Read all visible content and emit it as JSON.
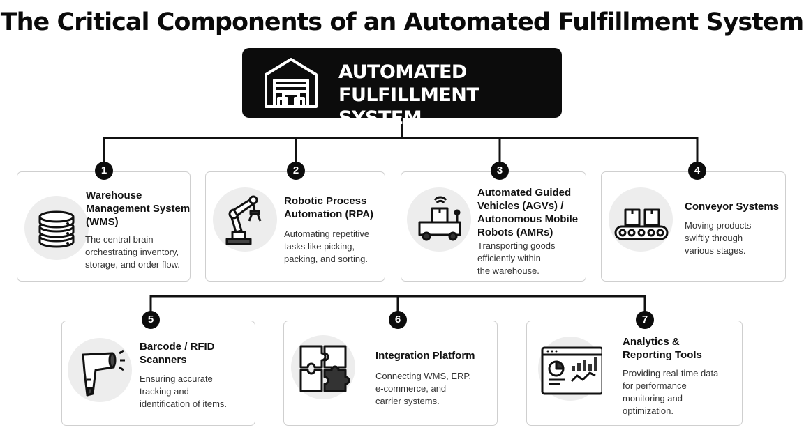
{
  "title": "The Critical Components of an Automated Fulfillment System",
  "hub": {
    "icon": "warehouse-icon",
    "label_lines": [
      "AUTOMATED",
      "FULFILLMENT SYSTEM"
    ]
  },
  "components": [
    {
      "number": "1",
      "icon": "database-icon",
      "title_lines": [
        "Warehouse",
        "Management System",
        "(WMS)"
      ],
      "desc_lines": [
        "The central brain",
        "orchestrating inventory,",
        "storage, and order flow."
      ]
    },
    {
      "number": "2",
      "icon": "robotic-arm-icon",
      "title_lines": [
        "Robotic Process",
        "Automation (RPA)"
      ],
      "desc_lines": [
        "Automating repetitive",
        "tasks like picking,",
        "packing, and sorting."
      ]
    },
    {
      "number": "3",
      "icon": "agv-robot-icon",
      "title_lines": [
        "Automated Guided",
        "Vehicles (AGVs) /",
        "Autonomous Mobile",
        "Robots (AMRs)"
      ],
      "desc_lines": [
        "Transporting goods",
        "efficiently within",
        "the warehouse."
      ]
    },
    {
      "number": "4",
      "icon": "conveyor-icon",
      "title_lines": [
        "Conveyor Systems"
      ],
      "desc_lines": [
        "Moving products",
        "swiftly through",
        "various stages."
      ]
    },
    {
      "number": "5",
      "icon": "barcode-scanner-icon",
      "title_lines": [
        "Barcode / RFID",
        "Scanners"
      ],
      "desc_lines": [
        "Ensuring accurate",
        "tracking and",
        "identification of items."
      ]
    },
    {
      "number": "6",
      "icon": "puzzle-icon",
      "title_lines": [
        "Integration Platform"
      ],
      "desc_lines": [
        "Connecting WMS, ERP,",
        "e-commerce, and",
        "carrier systems."
      ]
    },
    {
      "number": "7",
      "icon": "analytics-dashboard-icon",
      "title_lines": [
        "Analytics &",
        "Reporting Tools"
      ],
      "desc_lines": [
        "Providing real-time data",
        "for performance",
        "monitoring and",
        "optimization."
      ]
    }
  ]
}
